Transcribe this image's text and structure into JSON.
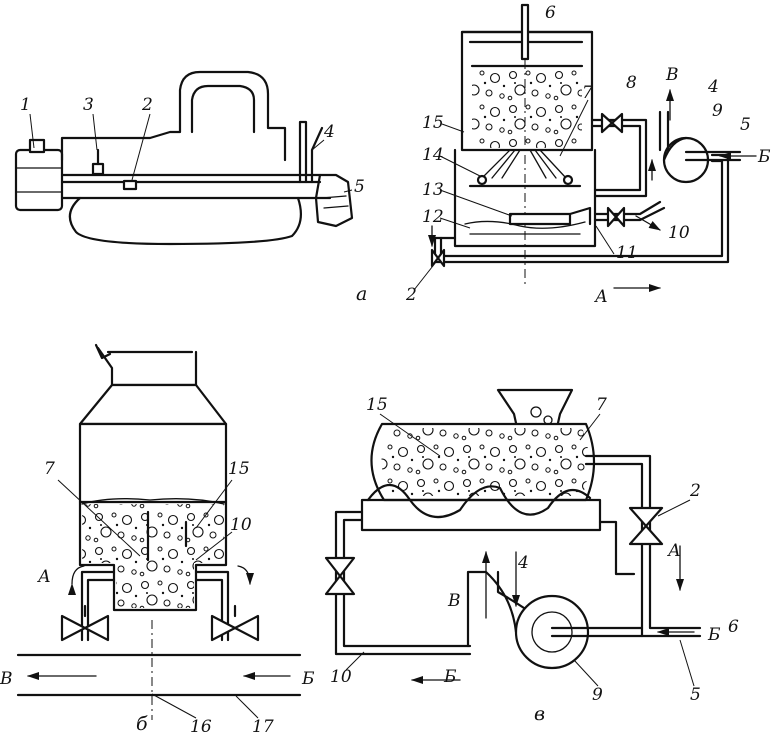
{
  "panels": {
    "a": {
      "caption": "а",
      "labels": [
        "1",
        "3",
        "2",
        "4",
        "5",
        "6",
        "15",
        "7",
        "8",
        "В",
        "4",
        "9",
        "5",
        "Б",
        "14",
        "13",
        "12",
        "11",
        "10",
        "2",
        "А"
      ]
    },
    "b": {
      "caption": "б",
      "labels": [
        "7",
        "15",
        "10",
        "А",
        "В",
        "Б",
        "16",
        "17"
      ]
    },
    "v": {
      "caption": "в",
      "labels": [
        "15",
        "7",
        "2",
        "А",
        "В",
        "4",
        "Б",
        "6",
        "10",
        "Б",
        "9",
        "5"
      ]
    }
  }
}
